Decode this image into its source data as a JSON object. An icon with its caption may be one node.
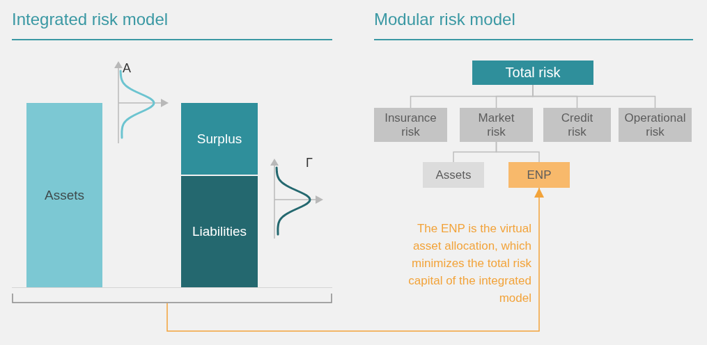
{
  "diagram": {
    "nodes": [
      {
        "text": [
          "Assets"
        ]
      },
      {
        "text": [
          "Surplus"
        ]
      },
      {
        "text": [
          "Liabilities"
        ]
      },
      {
        "text": [],
        "shape": "bracket"
      },
      {
        "text": [
          "Total risk"
        ]
      },
      {
        "text": [
          "Insurance risk"
        ]
      },
      {
        "text": [
          "Market risk"
        ]
      },
      {
        "text": [
          "Credit risk"
        ]
      },
      {
        "text": [
          "Operational risk"
        ]
      },
      {
        "text": [
          "Assets"
        ]
      },
      {
        "text": [
          "ENP"
        ]
      }
    ],
    "edges": [
      {
        "from": 4,
        "to": 5,
        "arrow": "none"
      },
      {
        "from": 4,
        "to": 6,
        "arrow": "none"
      },
      {
        "from": 4,
        "to": 7,
        "arrow": "none"
      },
      {
        "from": 4,
        "to": 8,
        "arrow": "none"
      },
      {
        "from": 6,
        "to": 9,
        "arrow": "none"
      },
      {
        "from": 6,
        "to": 10,
        "arrow": "none"
      },
      {
        "from": 3,
        "to": 10,
        "arrow": "to",
        "label": "The ENP is the virtual asset allocation, which minimizes the total risk capital of the integrated model",
        "color": "#f2a33a"
      }
    ],
    "labels": [
      "Integrated risk model",
      "Modular risk model",
      "A",
      "Γ"
    ]
  }
}
